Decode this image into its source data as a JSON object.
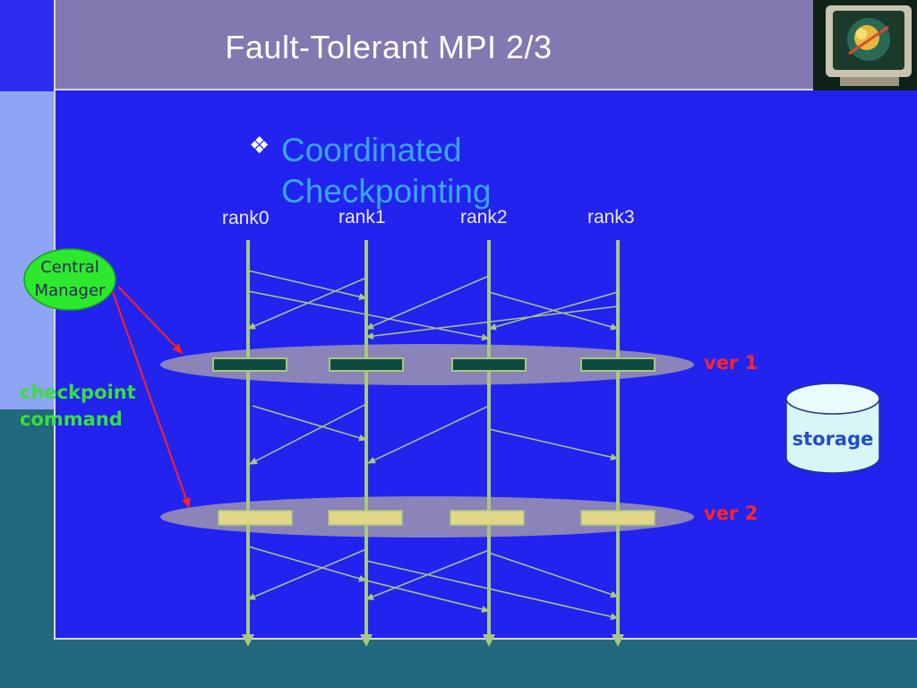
{
  "slide": {
    "title": "Fault-Tolerant MPI 2/3",
    "bullet_symbol": "❖",
    "heading": "Coordinated Checkpointing"
  },
  "logo": {
    "icon": "computer-monitor-icon"
  },
  "ranks": [
    {
      "label": "rank0"
    },
    {
      "label": "rank1"
    },
    {
      "label": "rank2"
    },
    {
      "label": "rank3"
    }
  ],
  "central_manager": {
    "label_line1": "Central",
    "label_line2": "Manager"
  },
  "checkpoint_command": {
    "line1": "checkpoint",
    "line2": "command"
  },
  "versions": [
    {
      "label": "ver 1"
    },
    {
      "label": "ver 2"
    }
  ],
  "storage": {
    "label": "storage"
  },
  "colors": {
    "background": "#2323f0",
    "title_bar": "#8478b0",
    "heading": "#39a6f4",
    "timeline": "#a8c880",
    "ellipse": "#8a84b8",
    "checkpoint_ver1": "#0e4a40",
    "checkpoint_ver2": "#e0d888",
    "manager": "#2ee82e",
    "command_arrow": "#ff2020",
    "version_label": "#ff2626",
    "storage_fill": "#d8f6f8"
  }
}
